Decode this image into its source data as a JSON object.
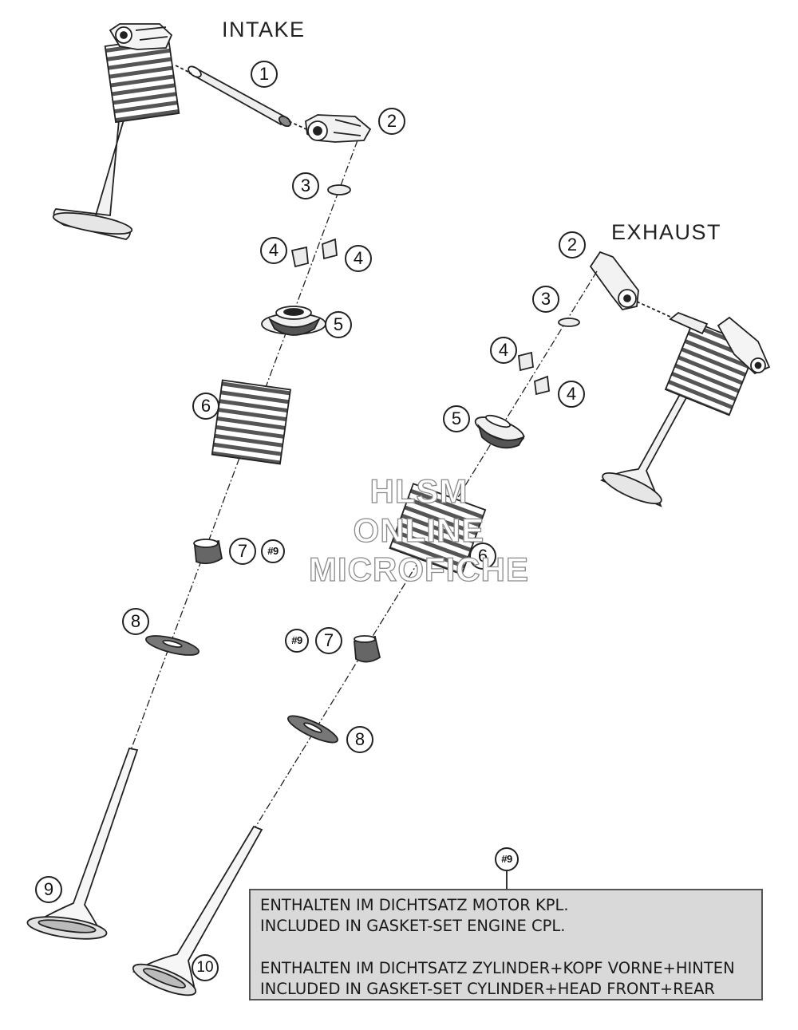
{
  "titles": {
    "intake": "INTAKE",
    "exhaust": "EXHAUST"
  },
  "callouts": {
    "c1": "1",
    "c2_intake": "2",
    "c3_intake": "3",
    "c4a_intake": "4",
    "c4b_intake": "4",
    "c5_intake": "5",
    "c6_intake": "6",
    "c7_intake": "7",
    "ref9_intake": "#9",
    "c8_intake": "8",
    "c9_intake": "9",
    "c2_exhaust": "2",
    "c3_exhaust": "3",
    "c4a_exhaust": "4",
    "c4b_exhaust": "4",
    "c5_exhaust": "5",
    "c6_exhaust": "6",
    "ref9_exhaust": "#9",
    "c7_exhaust": "7",
    "c8_exhaust": "8",
    "c10": "10",
    "ref9_note": "#9"
  },
  "watermark": {
    "line1": "HLSM",
    "line2": "ONLINE",
    "line3": "MICROFICHE"
  },
  "note": {
    "line1": "ENTHALTEN IM DICHTSATZ MOTOR KPL.",
    "line2": "INCLUDED IN GASKET-SET ENGINE CPL.",
    "line3": "ENTHALTEN IM DICHTSATZ ZYLINDER+KOPF VORNE+HINTEN",
    "line4": "INCLUDED IN GASKET-SET CYLINDER+HEAD FRONT+REAR"
  }
}
